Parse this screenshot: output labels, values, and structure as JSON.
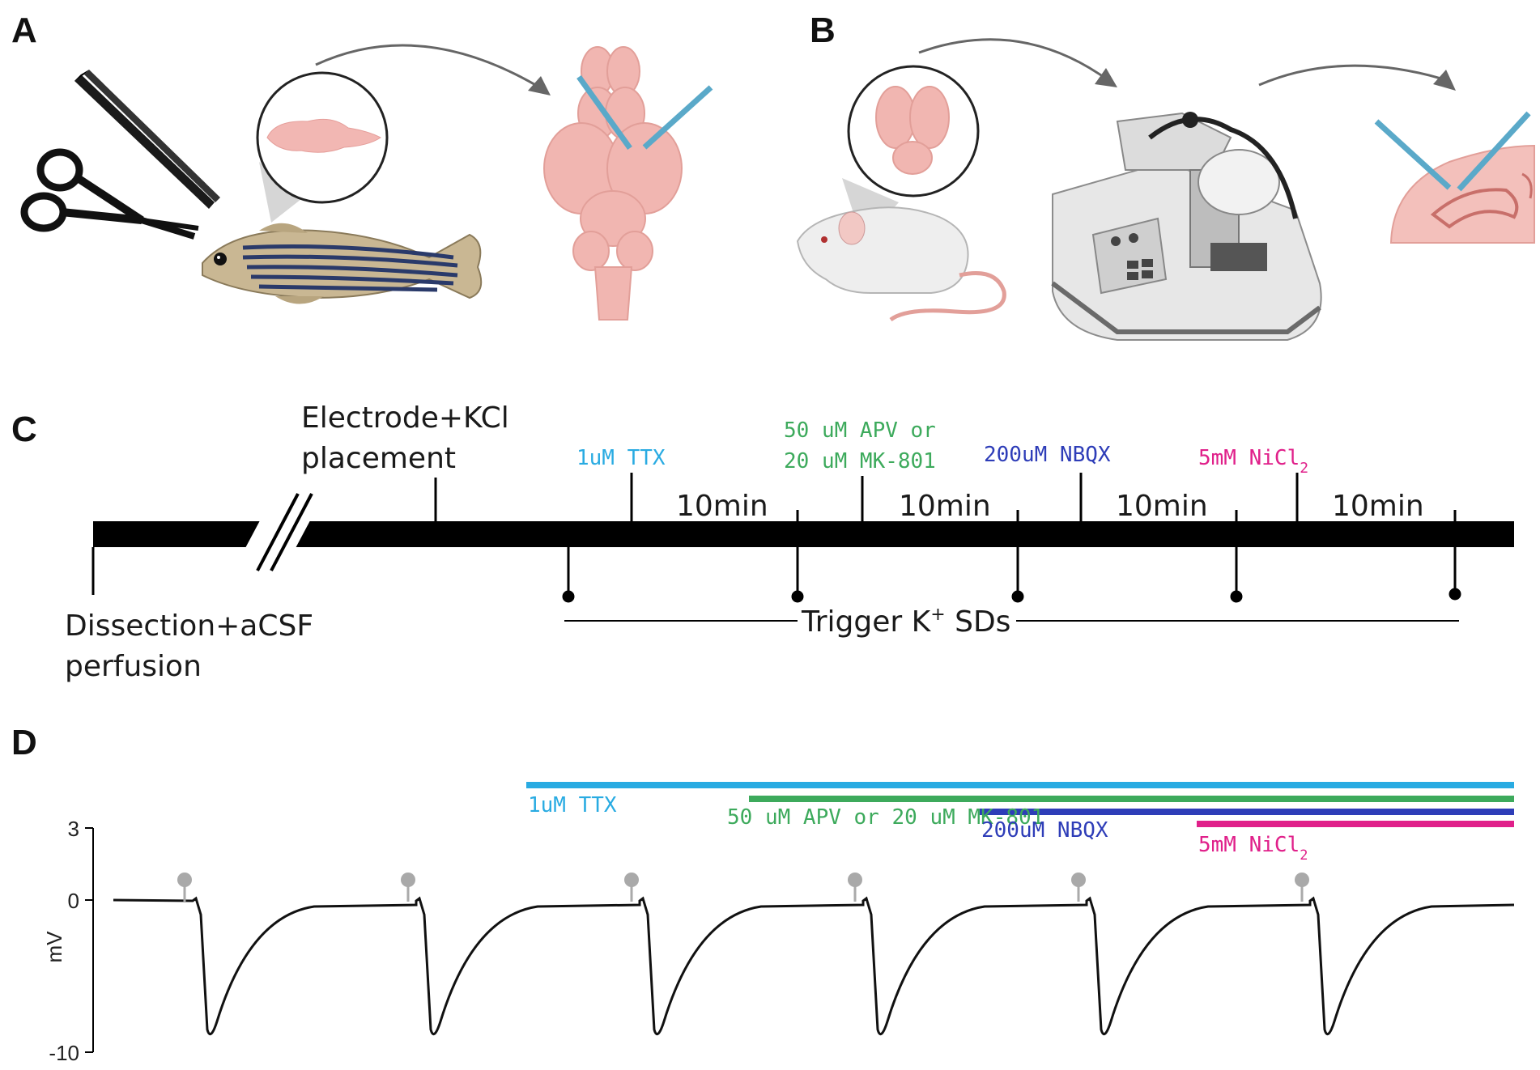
{
  "panels": {
    "a": {
      "letter": "A"
    },
    "b": {
      "letter": "B"
    },
    "c": {
      "letter": "C"
    },
    "d": {
      "letter": "D"
    }
  },
  "timeline": {
    "electrode_line1": "Electrode+KCl",
    "electrode_line2": "placement",
    "dissection_line1": "Dissection+aCSF",
    "dissection_line2": "perfusion",
    "trigger_main": "Trigger K",
    "trigger_sup": "+",
    "trigger_end": " SDs",
    "interval_label": "10min",
    "drugs": [
      {
        "line1": "1uM TTX",
        "line2": "",
        "color": "#29ABE2"
      },
      {
        "line1": "50 uM APV or",
        "line2": "20 uM MK-801",
        "color": "#3DAA5C"
      },
      {
        "line1": "200uM NBQX",
        "line2": "",
        "color": "#2E3DB8"
      },
      {
        "line1": "5mM NiCl",
        "sub": "2",
        "line2": "",
        "color": "#E0208A"
      }
    ]
  },
  "trace": {
    "ylabel": "mV",
    "yticks": [
      "3",
      "0",
      "-10"
    ],
    "bars": [
      {
        "label": "1uM TTX",
        "color": "#29ABE2"
      },
      {
        "label": "50 uM APV or 20 uM MK-801",
        "color": "#3DAA5C"
      },
      {
        "label": "200uM NBQX",
        "color": "#2E3DB8"
      },
      {
        "label": "5mM NiCl",
        "sub": "2",
        "color": "#E0208A"
      }
    ],
    "trigger_count": 6
  }
}
